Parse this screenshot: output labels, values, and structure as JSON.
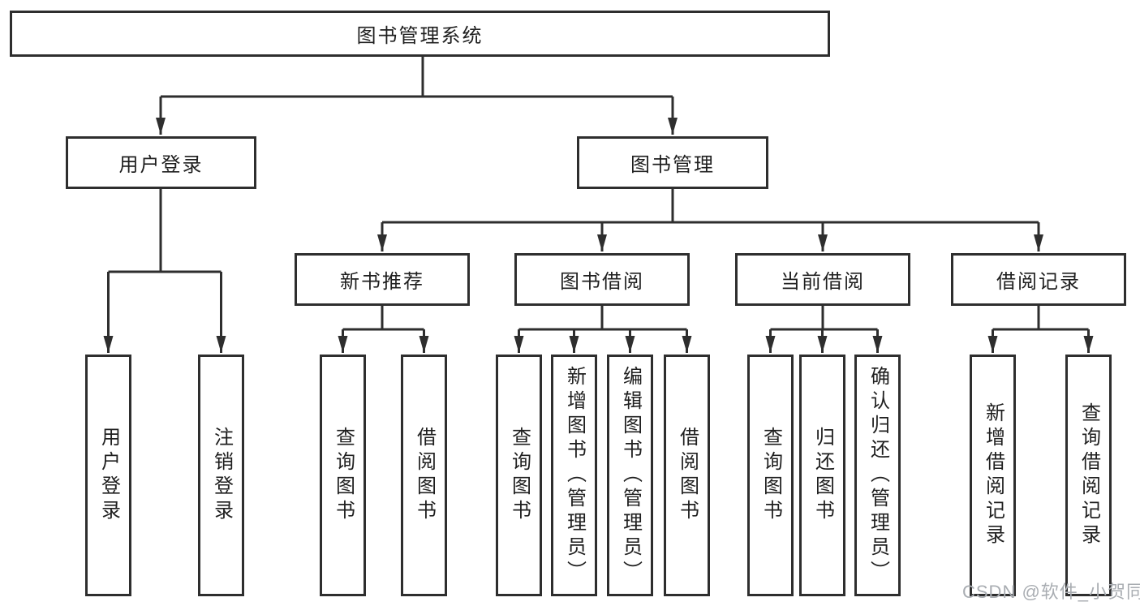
{
  "diagram": {
    "root": {
      "label": "图书管理系统"
    },
    "level2": [
      {
        "label": "用户登录"
      },
      {
        "label": "图书管理"
      }
    ],
    "level3": [
      {
        "label": "新书推荐",
        "parent": "图书管理"
      },
      {
        "label": "图书借阅",
        "parent": "图书管理"
      },
      {
        "label": "当前借阅",
        "parent": "图书管理"
      },
      {
        "label": "借阅记录",
        "parent": "图书管理"
      }
    ],
    "leaves": [
      {
        "label": "用户登录",
        "parent": "用户登录"
      },
      {
        "label": "注销登录",
        "parent": "用户登录"
      },
      {
        "label": "查询图书",
        "parent": "新书推荐"
      },
      {
        "label": "借阅图书",
        "parent": "新书推荐"
      },
      {
        "label": "查询图书",
        "parent": "图书借阅"
      },
      {
        "label": "新增图书（管理员）",
        "parent": "图书借阅"
      },
      {
        "label": "编辑图书（管理员）",
        "parent": "图书借阅"
      },
      {
        "label": "借阅图书",
        "parent": "图书借阅"
      },
      {
        "label": "查询图书",
        "parent": "当前借阅"
      },
      {
        "label": "归还图书",
        "parent": "当前借阅"
      },
      {
        "label": "确认归还（管理员）",
        "parent": "当前借阅"
      },
      {
        "label": "新增借阅记录",
        "parent": "借阅记录"
      },
      {
        "label": "查询借阅记录",
        "parent": "借阅记录"
      }
    ]
  },
  "watermark": {
    "text": "CSDN @软件_小贺同学"
  },
  "colors": {
    "line": "#2e2e2e",
    "text": "#1f1f1f",
    "watermark": "#a9adb2",
    "background": "#ffffff"
  }
}
